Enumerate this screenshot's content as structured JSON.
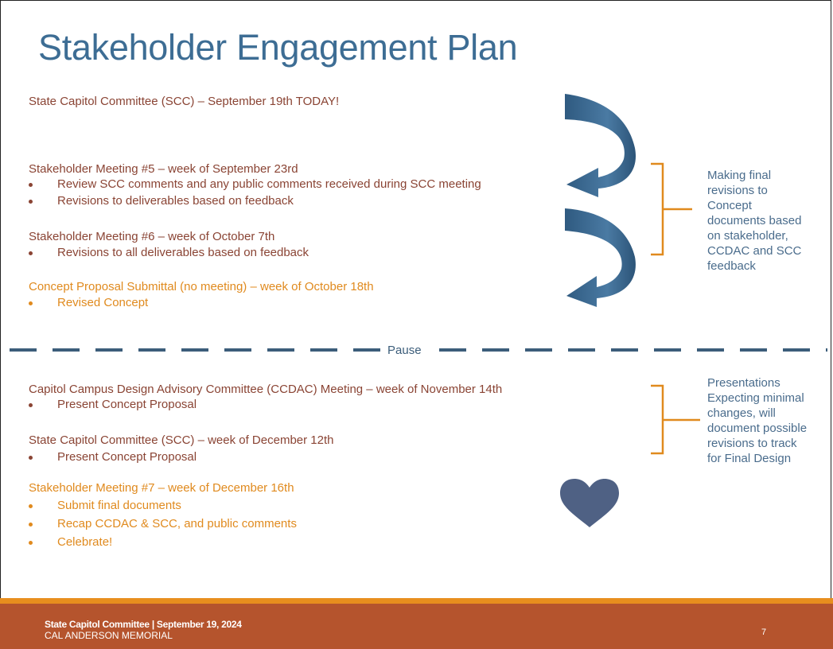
{
  "slide": {
    "title": "Stakeholder Engagement Plan"
  },
  "sections": {
    "scc_today": "State Capitol Committee (SCC) – September 19th TODAY!",
    "meeting5": {
      "heading": "Stakeholder Meeting #5 – week of September 23rd",
      "bullets": [
        "Review SCC comments and any public comments received during SCC meeting",
        "Revisions to deliverables based on feedback"
      ]
    },
    "meeting6": {
      "heading": "Stakeholder Meeting #6 – week of October 7th",
      "bullets": [
        "Revisions to all deliverables based on feedback"
      ]
    },
    "concept_submittal": {
      "heading": "Concept Proposal Submittal (no meeting) – week of October 18th",
      "bullets": [
        "Revised Concept"
      ]
    },
    "pause_label": "Pause",
    "ccdac": {
      "heading": "Capitol Campus Design Advisory Committee (CCDAC) Meeting – week of November 14th",
      "bullets": [
        "Present Concept Proposal"
      ]
    },
    "scc_dec": {
      "heading": "State Capitol Committee (SCC) – week of December 12th",
      "bullets": [
        "Present Concept Proposal"
      ]
    },
    "meeting7": {
      "heading": "Stakeholder Meeting #7 – week of December 16th",
      "bullets": [
        "Submit final documents",
        "Recap CCDAC & SCC, and public comments",
        "Celebrate!"
      ]
    }
  },
  "sidebar_notes": {
    "revisions": [
      "Making final",
      "revisions to",
      "Concept",
      "documents based",
      "on stakeholder,",
      "CCDAC and SCC",
      "feedback"
    ],
    "presentations": [
      "Presentations",
      "Expecting minimal",
      "changes, will",
      "document possible",
      "revisions to track",
      "for Final Design"
    ]
  },
  "footer": {
    "line1": "State Capitol Committee | September 19, 2024",
    "line2": "CAL ANDERSON MEMORIAL",
    "page_number": "7"
  },
  "colors": {
    "title_blue": "#3d6d94",
    "text_brown": "#8a4434",
    "text_orange": "#e08a1e",
    "arrow_blue": "#3f6c93",
    "heart": "#4f6184",
    "footer_bg": "#b5542d",
    "footer_accent": "#e88e1e"
  },
  "icons": [
    "curved-arrow-icon",
    "bracket-icon",
    "heart-icon"
  ]
}
